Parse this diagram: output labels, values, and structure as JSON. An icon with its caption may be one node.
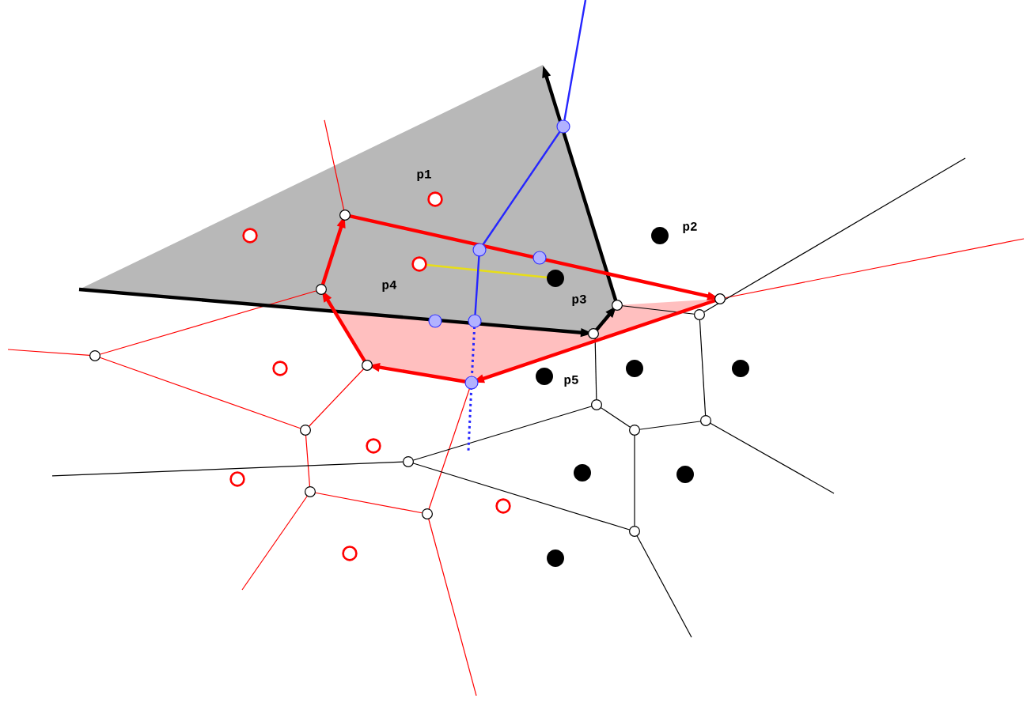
{
  "diagram": {
    "labels": [
      "p1",
      "p2",
      "p3",
      "p4",
      "p5"
    ]
  }
}
